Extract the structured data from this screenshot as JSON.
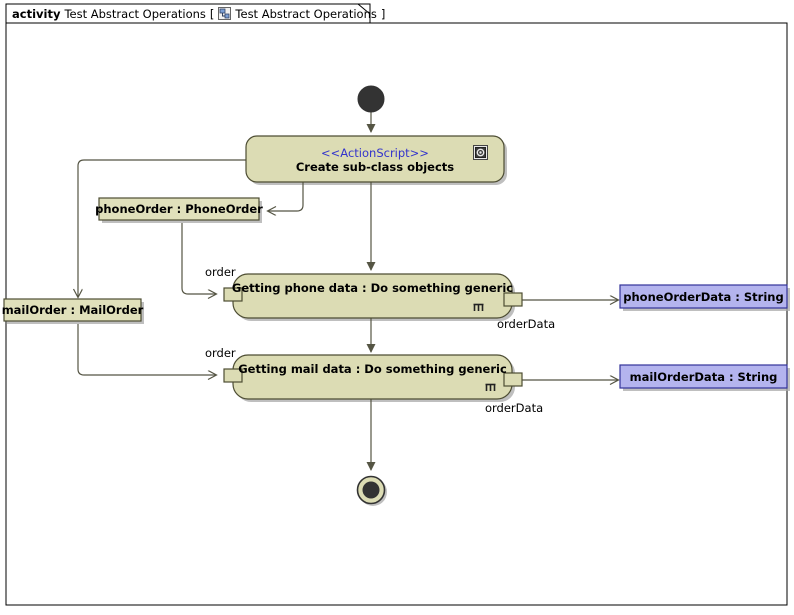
{
  "frame": {
    "keyword": "activity",
    "name": "Test Abstract Operations",
    "bracket_open": "[",
    "bracket_close": "]",
    "diagram_name": "Test Abstract Operations",
    "icon": "activity-diagram-icon"
  },
  "colors": {
    "action_fill": "#dcdcb4",
    "action_stroke": "#4d4d33",
    "object_fill": "#e0e0bb",
    "object_stroke": "#4d4d33",
    "datastore_fill": "#b4b4ee",
    "datastore_stroke": "#333399",
    "edge": "#555544",
    "stereotype_text": "#3333cc",
    "frame_stroke": "#000000",
    "background": "#ffffff",
    "shadow": "#aaaaaa"
  },
  "nodes": {
    "initial": {
      "name": "initial-node"
    },
    "final": {
      "name": "activity-final-node"
    },
    "action_create": {
      "stereotype": "<<ActionScript>>",
      "label": "Create sub-class objects",
      "icon": "action-script-icon"
    },
    "action_phone": {
      "label": "Getting phone data : Do something generic",
      "icon": "rake-icon"
    },
    "action_mail": {
      "label": "Getting mail data : Do something generic",
      "icon": "rake-icon"
    },
    "object_phone_order": {
      "label": "phoneOrder : PhoneOrder"
    },
    "object_mail_order": {
      "label": "mailOrder : MailOrder"
    },
    "object_phone_data": {
      "label": "phoneOrderData : String"
    },
    "object_mail_data": {
      "label": "mailOrderData : String"
    }
  },
  "edge_labels": {
    "order_phone": "order",
    "order_mail": "order",
    "order_data_phone": "orderData",
    "order_data_mail": "orderData"
  }
}
